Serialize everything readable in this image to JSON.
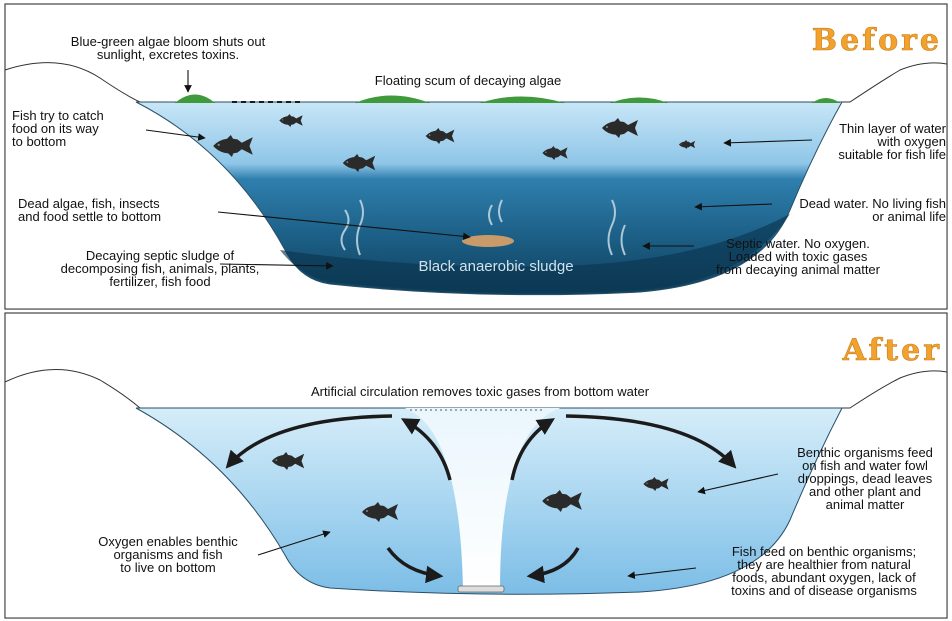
{
  "panels": {
    "before": {
      "heading": "Before",
      "labels": {
        "algae_bloom": [
          "Blue-green algae bloom shuts out",
          "sunlight, excretes toxins."
        ],
        "floating_scum": [
          "Floating scum of decaying algae"
        ],
        "fish_catch": [
          "Fish try to catch",
          "food on its way",
          "to bottom"
        ],
        "thin_layer": [
          "Thin layer of water",
          "with oxygen",
          "suitable for fish life"
        ],
        "dead_algae": [
          "Dead algae, fish, insects",
          "and food settle to bottom"
        ],
        "dead_water": [
          "Dead water. No living fish",
          "or animal life"
        ],
        "septic_sludge": [
          "Decaying septic sludge of",
          "decomposing fish, animals, plants,",
          "fertilizer, fish food"
        ],
        "black_sludge": [
          "Black anaerobic sludge"
        ],
        "septic_water": [
          "Septic water. No oxygen.",
          "Loaded with toxic gases",
          "from decaying animal matter"
        ]
      }
    },
    "after": {
      "heading": "After",
      "labels": {
        "circulation": [
          "Artificial circulation removes toxic gases from bottom water"
        ],
        "benthic_feed": [
          "Benthic organisms feed",
          "on fish and water fowl",
          "droppings, dead leaves",
          "and other plant and",
          "animal matter"
        ],
        "oxygen_enables": [
          "Oxygen enables benthic",
          "organisms and fish",
          "to live on bottom"
        ],
        "fish_feed": [
          "Fish feed on benthic organisms;",
          "they are healthier from natural",
          "foods, abundant oxygen, lack of",
          "toxins and of disease organisms"
        ]
      }
    }
  },
  "colors": {
    "heading": "#f2a12c",
    "water_top": "#bcdff4",
    "water_mid": "#2e86b8",
    "water_deep": "#0f4a6a",
    "algae": "#3f9a3c",
    "fish": "#2a2a2a",
    "bank": "#ffffff"
  }
}
